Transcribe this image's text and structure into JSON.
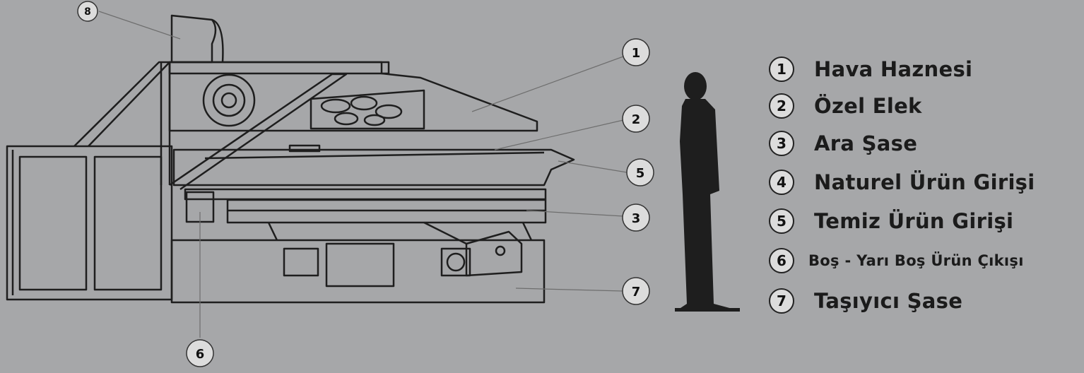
{
  "callouts": [
    {
      "num": "1"
    },
    {
      "num": "2"
    },
    {
      "num": "3"
    },
    {
      "num": "5"
    },
    {
      "num": "6"
    },
    {
      "num": "7"
    },
    {
      "num": "8"
    }
  ],
  "legend": [
    {
      "num": "1",
      "label": "Hava Haznesi"
    },
    {
      "num": "2",
      "label": "Özel Elek"
    },
    {
      "num": "3",
      "label": "Ara Şase"
    },
    {
      "num": "4",
      "label": "Naturel Ürün Girişi"
    },
    {
      "num": "5",
      "label": "Temiz Ürün Girişi"
    },
    {
      "num": "6",
      "label": "Boş - Yarı Boş Ürün Çıkışı"
    },
    {
      "num": "7",
      "label": "Taşıyıcı Şase"
    }
  ],
  "colors": {
    "background": "#a6a7a9",
    "line": "#1e1e1e",
    "leader": "#6e6e6e",
    "callout_fill": "#dcdcdc"
  }
}
